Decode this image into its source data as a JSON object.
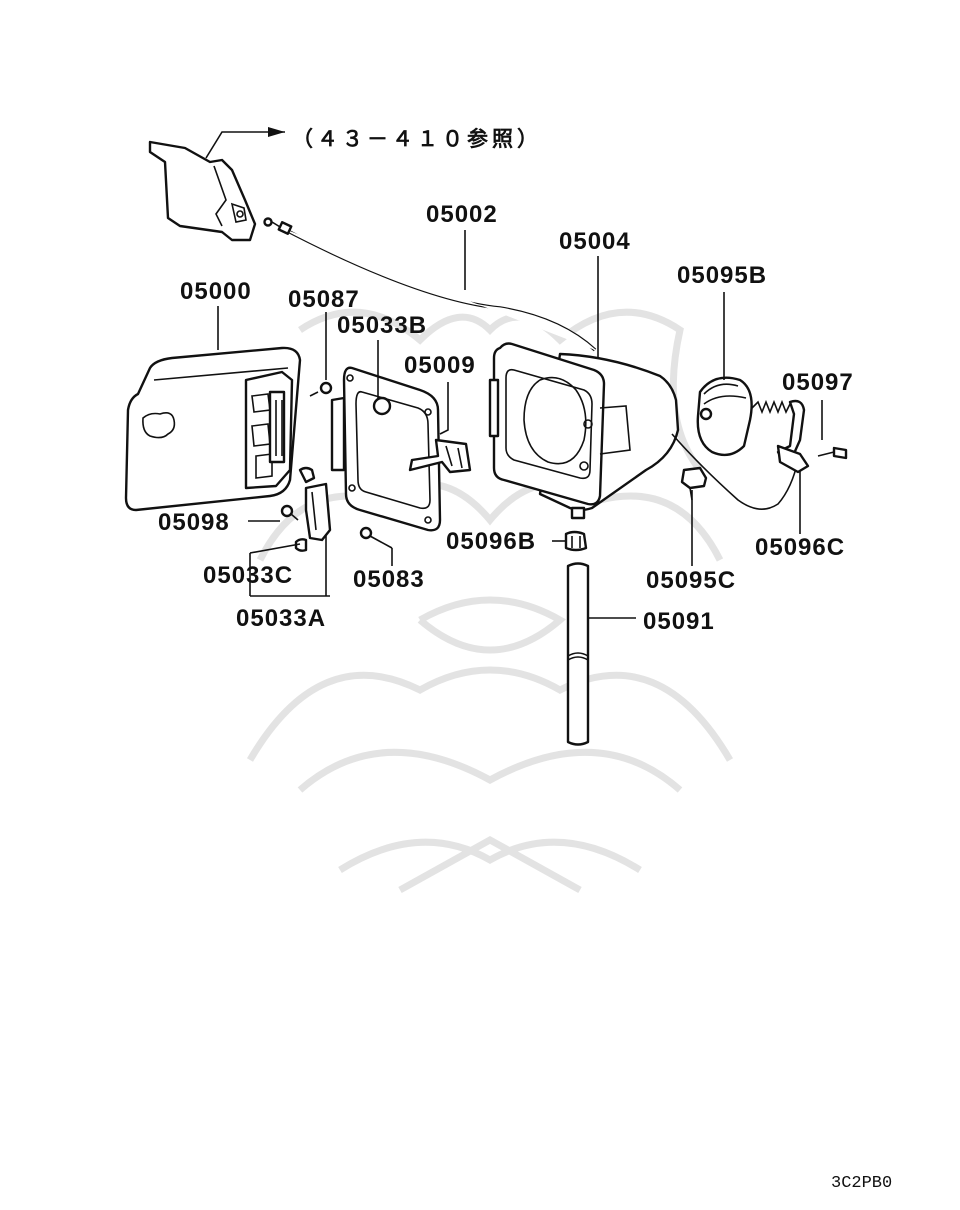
{
  "diagram": {
    "reference_note": "（４３－４１０参照）",
    "code": "3C2PB0",
    "parts": {
      "p05000": "05000",
      "p05002": "05002",
      "p05004": "05004",
      "p05087": "05087",
      "p05033B": "05033B",
      "p05009": "05009",
      "p05095B": "05095B",
      "p05097": "05097",
      "p05098": "05098",
      "p05096B": "05096B",
      "p05096C": "05096C",
      "p05033C": "05033C",
      "p05083": "05083",
      "p05095C": "05095C",
      "p05033A": "05033A",
      "p05091": "05091"
    },
    "colors": {
      "line": "#111111",
      "watermark": "#e3e3e3",
      "background": "#ffffff"
    }
  }
}
